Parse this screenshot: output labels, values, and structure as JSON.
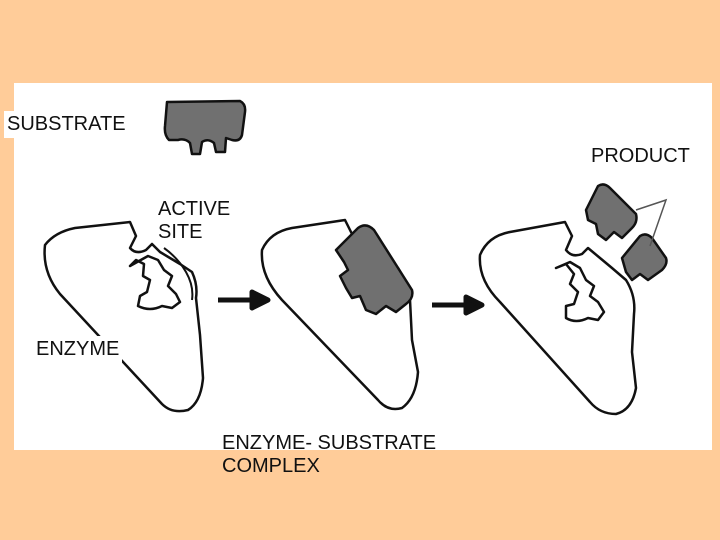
{
  "labels": {
    "substrate": "SUBSTRATE",
    "product": "PRODUCT",
    "active_site": "ACTIVE SITE",
    "enzyme": "ENZYME",
    "complex": "ENZYME- SUBSTRATE COMPLEX"
  },
  "colors": {
    "background": "#FFCC99",
    "panel": "#FFFFFF",
    "substrate_fill": "#707070",
    "outline": "#111111"
  }
}
